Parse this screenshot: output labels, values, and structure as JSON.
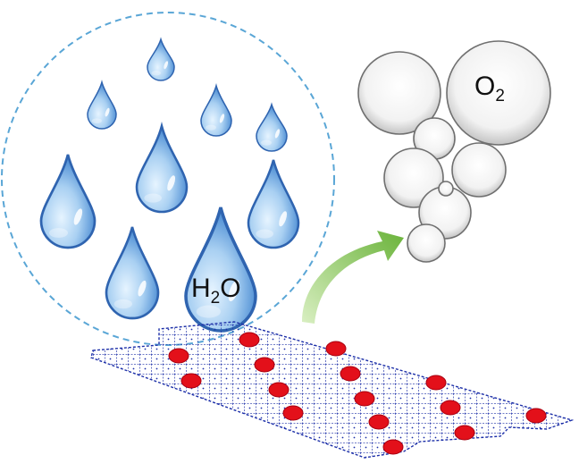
{
  "water_label": {
    "main": "H",
    "sub": "2",
    "tail": "O"
  },
  "oxygen_label": {
    "main": "O",
    "sub": "2"
  },
  "colors": {
    "drop_blue": "#3f78c4",
    "drop_light": "#dff0ff",
    "circle_dash": "#5aa6d6",
    "arrow_green": "#7cc24c",
    "mesh_blue": "#1c2fa8",
    "catalyst_red": "#e3101a",
    "bubble_edge": "#6f6f6f"
  }
}
